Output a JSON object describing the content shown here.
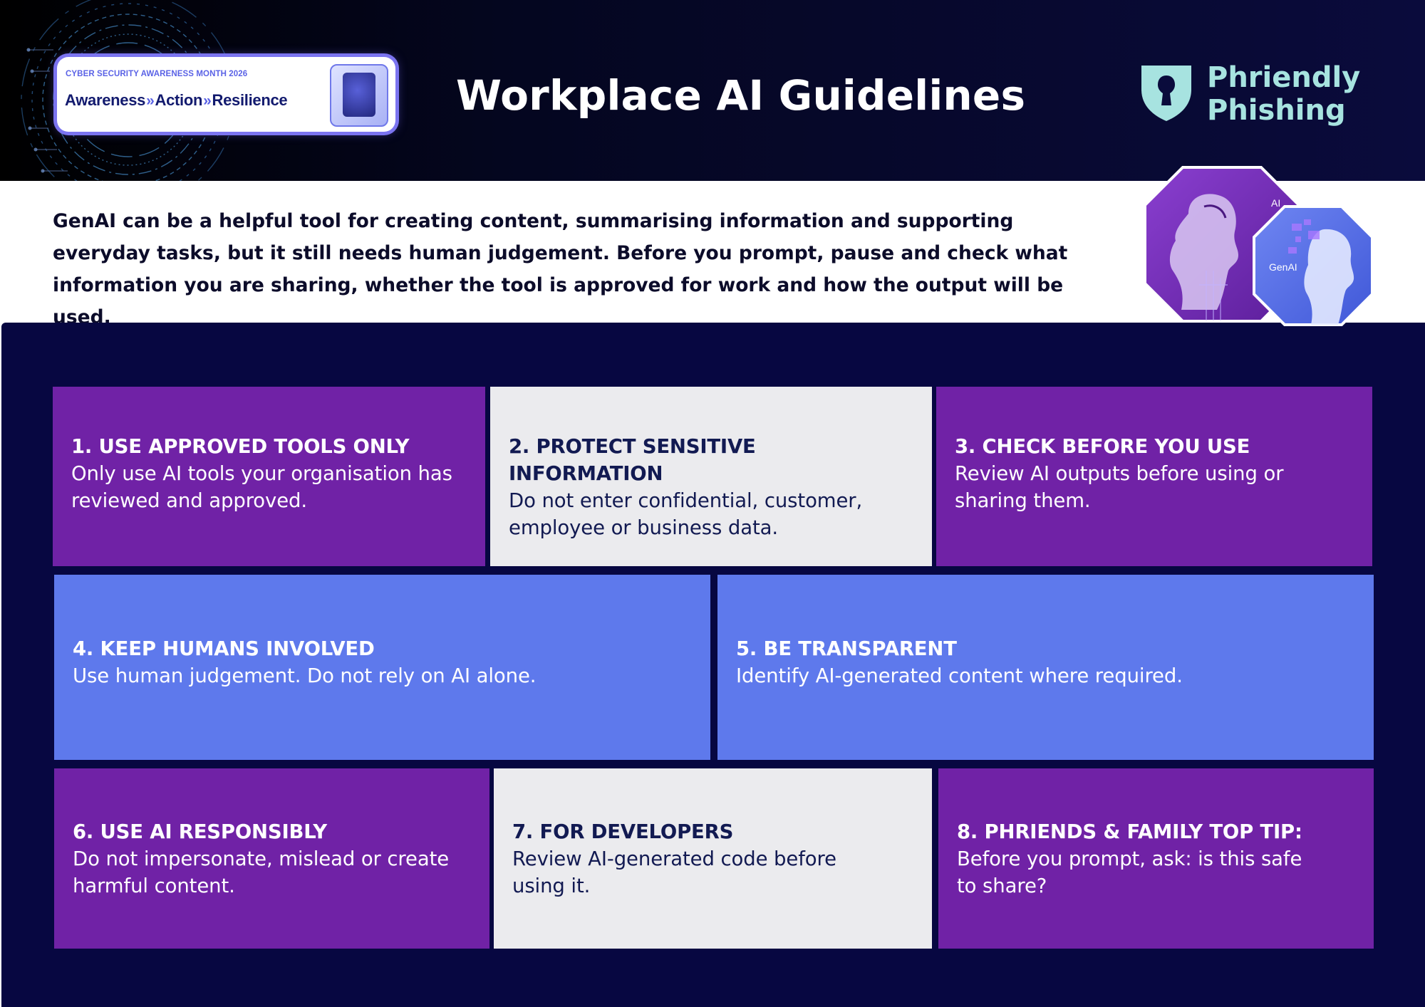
{
  "header": {
    "badge_top": "CYBER SECURITY AWARENESS MONTH 2026",
    "badge_words": [
      "Awareness",
      "Action",
      "Resilience"
    ],
    "title": "Workplace AI Guidelines",
    "logo_line1": "Phriendly",
    "logo_line2": "Phishing"
  },
  "intro": {
    "text": "GenAI can be a helpful tool for creating content, summarising information and supporting everyday tasks, but it still needs human judgement. Before you prompt, pause and check what information you are sharing, whether the tool is approved for work and how the output will be used."
  },
  "illustration": {
    "label_ai": "AI",
    "label_genai": "GenAI"
  },
  "cards": [
    {
      "heading": "1. USE APPROVED TOOLS ONLY",
      "body": "Only use AI tools your organisation has reviewed and approved.",
      "style": "purple"
    },
    {
      "heading": "2. PROTECT SENSITIVE INFORMATION",
      "body": "Do not enter confidential, customer, employee or business data.",
      "style": "light"
    },
    {
      "heading": "3. CHECK BEFORE YOU USE",
      "body": "Review AI outputs before using or sharing them.",
      "style": "purple"
    },
    {
      "heading": "4. KEEP HUMANS INVOLVED",
      "body": "Use human judgement. Do not rely on AI alone.",
      "style": "blue"
    },
    {
      "heading": "5. BE TRANSPARENT",
      "body": "Identify AI-generated content where required.",
      "style": "blue"
    },
    {
      "heading": "6. USE AI RESPONSIBLY",
      "body": "Do not impersonate, mislead or create harmful content.",
      "style": "purple"
    },
    {
      "heading": "7. FOR DEVELOPERS",
      "body": "Review AI-generated code before using it.",
      "style": "light"
    },
    {
      "heading": "8. PHRIENDS & FAMILY TOP TIP:",
      "body": "Before you prompt, ask: is this safe to share?",
      "style": "purple"
    }
  ],
  "colors": {
    "purple": "#7022a6",
    "light": "#ebebee",
    "blue": "#5e79ec",
    "navy": "#070741",
    "logo_teal": "#a7e3e0"
  }
}
